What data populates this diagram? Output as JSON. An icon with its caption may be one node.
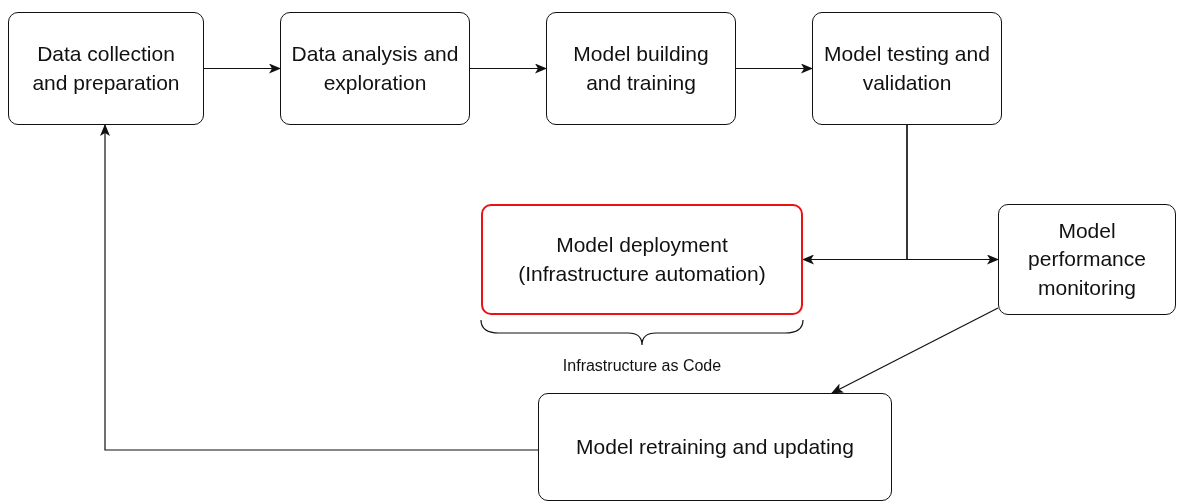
{
  "diagram": {
    "nodes": [
      {
        "text": [
          "Data collection and preparation"
        ]
      },
      {
        "text": [
          "Data analysis and exploration"
        ]
      },
      {
        "text": [
          "Model building and training"
        ]
      },
      {
        "text": [
          "Model testing and validation"
        ]
      },
      {
        "text": [
          "Model deployment (Infrastructure automation)"
        ]
      },
      {
        "text": [
          "Model performance monitoring"
        ]
      },
      {
        "text": [
          "Model retraining and updating"
        ]
      }
    ],
    "edges": [
      {
        "from": 0,
        "to": 1,
        "arrow": "to"
      },
      {
        "from": 1,
        "to": 2,
        "arrow": "to"
      },
      {
        "from": 2,
        "to": 3,
        "arrow": "to"
      },
      {
        "from": 3,
        "to": 4,
        "arrow": "to"
      },
      {
        "from": 3,
        "to": 5,
        "arrow": "to"
      },
      {
        "from": 5,
        "to": 6,
        "arrow": "to"
      },
      {
        "from": 6,
        "to": 0,
        "arrow": "to"
      }
    ],
    "labels": [
      "Infrastructure as Code"
    ]
  }
}
